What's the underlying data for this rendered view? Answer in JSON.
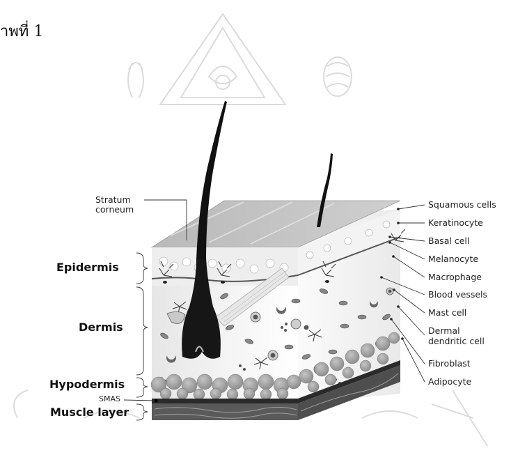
{
  "header": {
    "caption_fragment": "าพที่ 1"
  },
  "diagram": {
    "layers": {
      "epidermis": "Epidermis",
      "dermis": "Dermis",
      "hypodermis": "Hypodermis",
      "smas": "SMAS",
      "muscle": "Muscle layer"
    },
    "stratum_corneum": [
      "Stratum",
      "corneum"
    ],
    "right_labels": {
      "squamous": "Squamous cells",
      "keratinocyte": "Keratinocyte",
      "basal": "Basal cell",
      "melanocyte": "Melanocyte",
      "macrophage": "Macrophage",
      "blood_vessels": "Blood vessels",
      "mast_cell": "Mast cell",
      "dermal_dendritic_1": "Dermal",
      "dermal_dendritic_2": "dendritic cell",
      "fibroblast": "Fibroblast",
      "adipocyte": "Adipocyte"
    }
  }
}
